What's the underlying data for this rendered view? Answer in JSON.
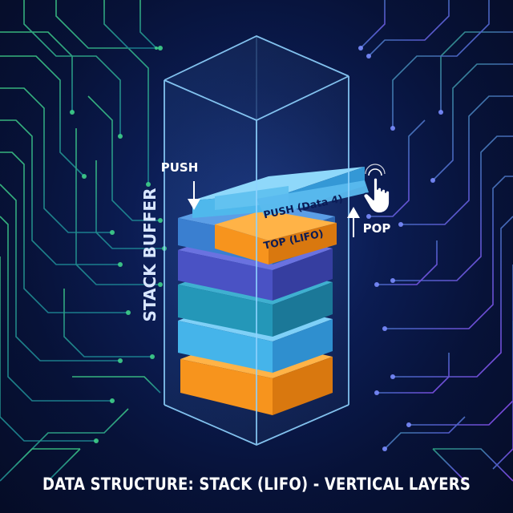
{
  "labels": {
    "push": "PUSH",
    "pop": "POP",
    "stack_buffer": "STACK BUFFER",
    "push_layer": "PUSH (Data 4)",
    "top_layer": "TOP (LIFO)"
  },
  "caption": "DATA STRUCTURE: STACK (LIFO) - VERTICAL LAYERS",
  "icons": [
    "push-arrow-down-icon",
    "pop-arrow-up-icon",
    "pointer-hand-icon"
  ],
  "colors": {
    "background": "#0b1c52",
    "circuit_green": "#3fb87a",
    "circuit_purple": "#8a4dff",
    "layer_light_blue": "#45b4ea",
    "layer_orange": "#f7941d",
    "layer_indigo": "#4a52c4",
    "layer_teal": "#2497b8",
    "glass_edge": "#8fd3ff"
  },
  "stack_layers": [
    {
      "position": 1,
      "color": "orange"
    },
    {
      "position": 2,
      "color": "light-blue"
    },
    {
      "position": 3,
      "color": "teal"
    },
    {
      "position": 4,
      "color": "indigo"
    },
    {
      "position": 5,
      "color": "blue"
    },
    {
      "position": 6,
      "color": "orange",
      "label_key": "top_layer"
    },
    {
      "position": 7,
      "color": "light-blue",
      "label_key": "push_layer",
      "state": "being pushed"
    }
  ]
}
